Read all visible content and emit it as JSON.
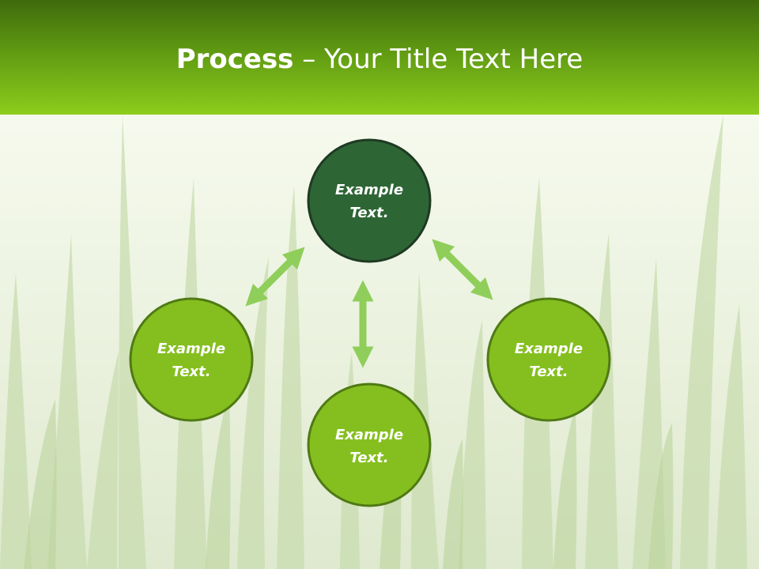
{
  "title": {
    "strong": "Process",
    "rest": " – Your Title Text Here"
  },
  "nodes": [
    {
      "id": "top",
      "line1": "Example",
      "line2": "Text."
    },
    {
      "id": "left",
      "line1": "Example",
      "line2": "Text."
    },
    {
      "id": "right",
      "line1": "Example",
      "line2": "Text."
    },
    {
      "id": "bottom",
      "line1": "Example",
      "line2": "Text."
    }
  ],
  "colors": {
    "center_node": "#2e6535",
    "outer_node": "#85bf1f",
    "node_border": "#1e3a22",
    "outer_border": "#4f7a14",
    "arrow": "#8fce5a"
  }
}
